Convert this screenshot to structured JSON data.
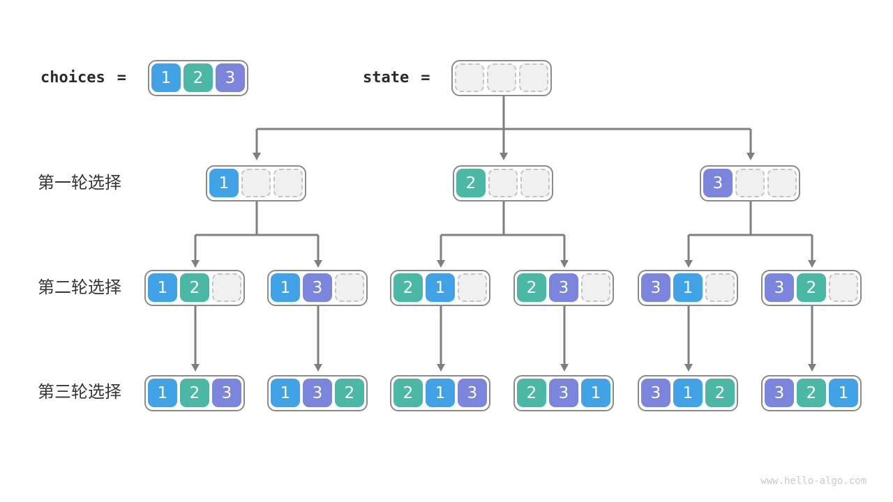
{
  "header": {
    "choices_label": "choices",
    "choices_eq": "=",
    "state_label": "state",
    "state_eq": "=",
    "choices": [
      "1",
      "2",
      "3"
    ],
    "state": [
      "",
      "",
      ""
    ]
  },
  "rows": [
    {
      "label": "第一轮选择",
      "nodes": [
        [
          "1",
          "",
          ""
        ],
        [
          "2",
          "",
          ""
        ],
        [
          "3",
          "",
          ""
        ]
      ]
    },
    {
      "label": "第二轮选择",
      "nodes": [
        [
          "1",
          "2",
          ""
        ],
        [
          "1",
          "3",
          ""
        ],
        [
          "2",
          "1",
          ""
        ],
        [
          "2",
          "3",
          ""
        ],
        [
          "3",
          "1",
          ""
        ],
        [
          "3",
          "2",
          ""
        ]
      ]
    },
    {
      "label": "第三轮选择",
      "nodes": [
        [
          "1",
          "2",
          "3"
        ],
        [
          "1",
          "3",
          "2"
        ],
        [
          "2",
          "1",
          "3"
        ],
        [
          "2",
          "3",
          "1"
        ],
        [
          "3",
          "1",
          "2"
        ],
        [
          "3",
          "2",
          "1"
        ]
      ]
    }
  ],
  "footer": {
    "watermark": "www.hello-algo.com"
  },
  "colors": {
    "value_1": "#41A3E6",
    "value_2": "#4AB8A5",
    "value_3": "#7B85DC",
    "empty_fill": "#F0F0F0",
    "arrow": "#7F7F7F",
    "node_border": "#8A8A8A"
  }
}
